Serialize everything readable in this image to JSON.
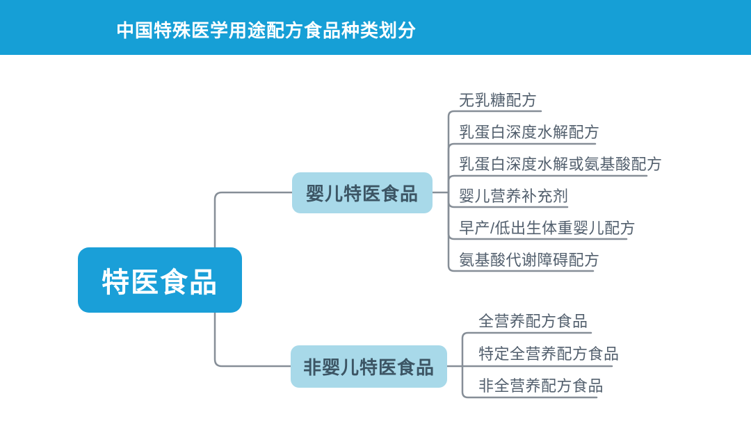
{
  "header": {
    "title": "中国特殊医学用途配方食品种类划分"
  },
  "mindmap": {
    "root": {
      "label": "特医食品"
    },
    "branches": [
      {
        "label": "婴儿特医食品",
        "children": [
          "无乳糖配方",
          "乳蛋白深度水解配方",
          "乳蛋白深度水解或氨基酸配方",
          "婴儿营养补充剂",
          "早产/低出生体重婴儿配方",
          "氨基酸代谢障碍配方"
        ]
      },
      {
        "label": "非婴儿特医食品",
        "children": [
          "全营养配方食品",
          "特定全营养配方食品",
          "非全营养配方食品"
        ]
      }
    ]
  },
  "colors": {
    "header-bg": "#169fd6",
    "root-bg": "#1a9fd8",
    "branch-bg": "#a8d9e9",
    "branch-text": "#3c5564",
    "leaf-text": "#525f6d",
    "line": "#868e97"
  }
}
